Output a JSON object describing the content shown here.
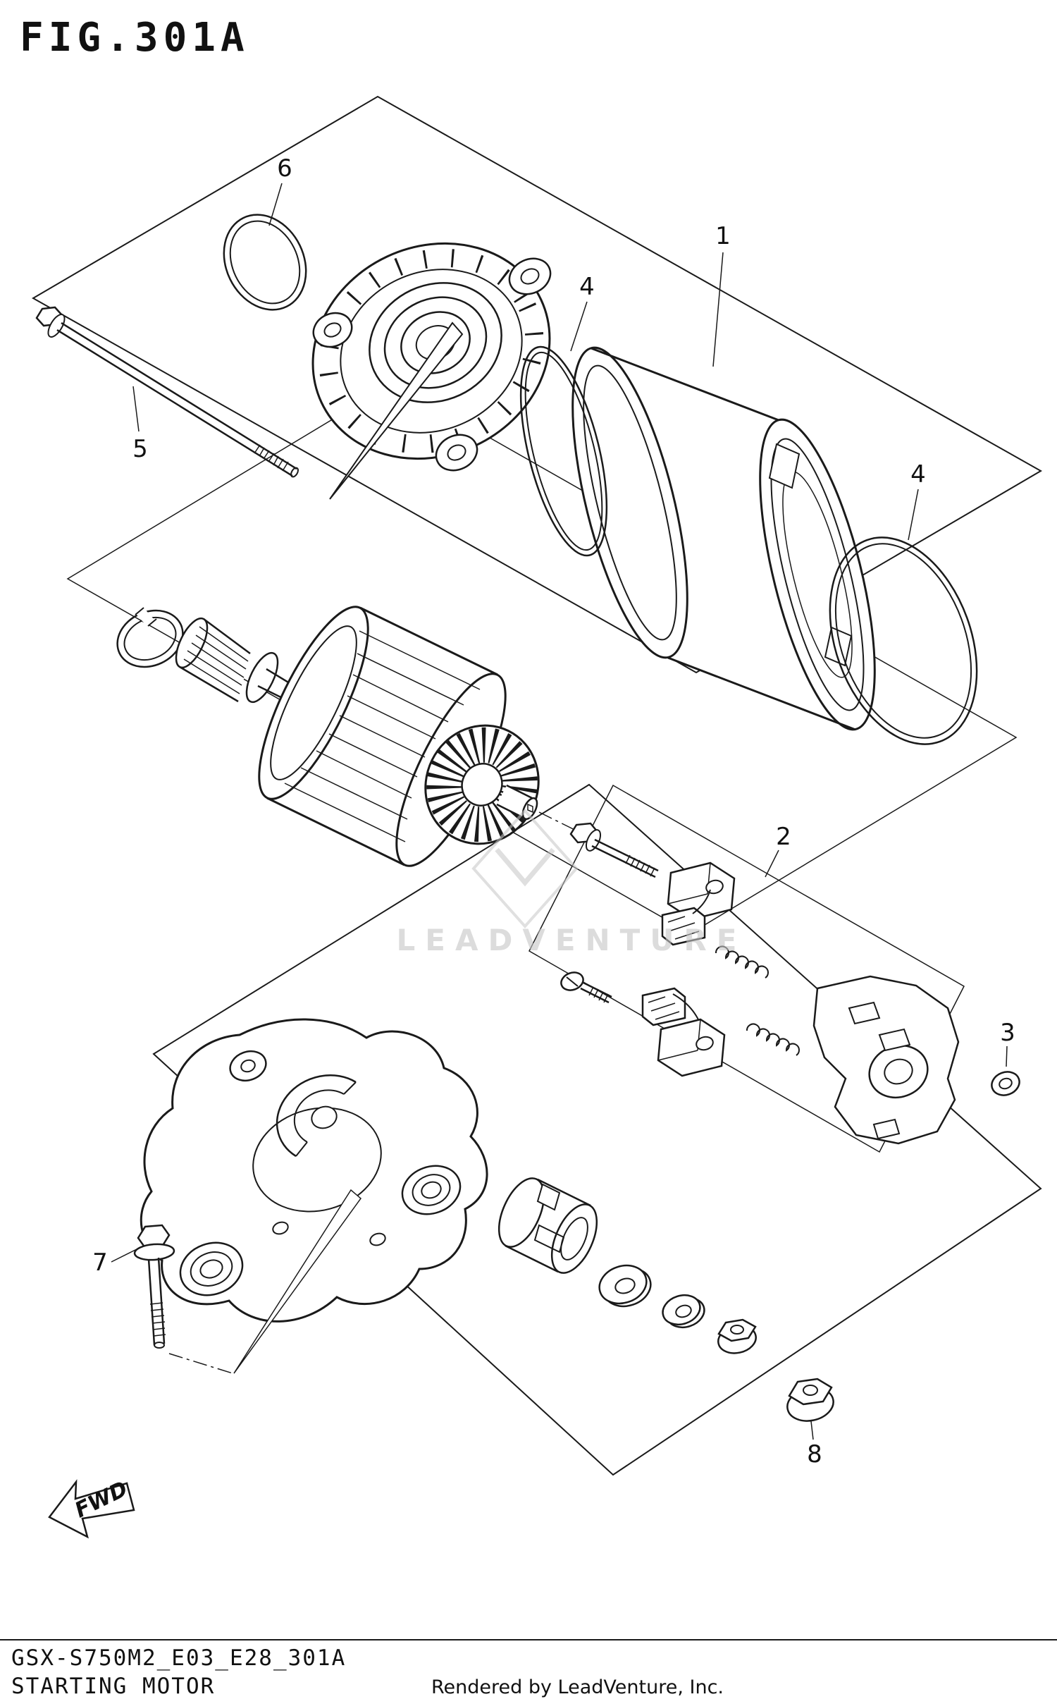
{
  "colors": {
    "background": "#ffffff",
    "line": "#1a1a1a",
    "watermark": "#c6c6c6"
  },
  "header": {
    "figure_label": "FIG.301A"
  },
  "callouts": [
    {
      "label": "1"
    },
    {
      "label": "2"
    },
    {
      "label": "3"
    },
    {
      "label": "4"
    },
    {
      "label": "4"
    },
    {
      "label": "5"
    },
    {
      "label": "6"
    },
    {
      "label": "7"
    },
    {
      "label": "8"
    }
  ],
  "watermark": {
    "text": "LEADVENTURE"
  },
  "orientation": {
    "fwd_label": "FWD"
  },
  "footer": {
    "model_code": "GSX-S750M2_E03_E28_301A",
    "part_name": "STARTING MOTOR",
    "credit": "Rendered by LeadVenture, Inc."
  }
}
